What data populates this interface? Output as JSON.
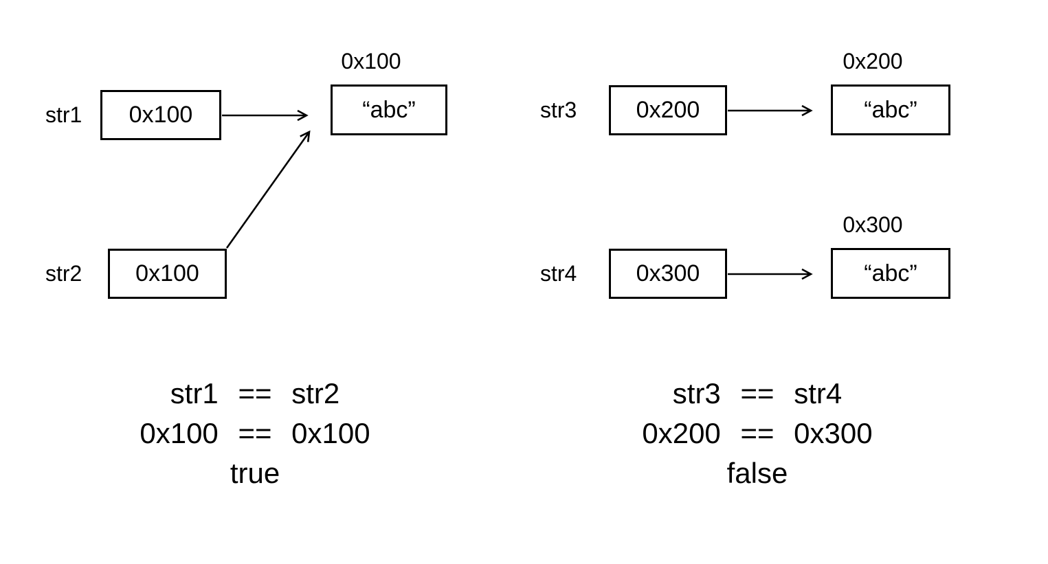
{
  "colors": {
    "background": "#ffffff",
    "ink": "#000000"
  },
  "panels": [
    {
      "side": "left",
      "vars": [
        {
          "label": "str1",
          "value": "0x100"
        },
        {
          "label": "str2",
          "value": "0x100"
        }
      ],
      "heap": [
        {
          "address": "0x100",
          "value": "“abc”"
        }
      ],
      "comparison": {
        "expression": "str1 == str2",
        "addresses": "0x100 == 0x100",
        "result": "true"
      }
    },
    {
      "side": "right",
      "vars": [
        {
          "label": "str3",
          "value": "0x200"
        },
        {
          "label": "str4",
          "value": "0x300"
        }
      ],
      "heap": [
        {
          "address": "0x200",
          "value": "“abc”"
        },
        {
          "address": "0x300",
          "value": "“abc”"
        }
      ],
      "comparison": {
        "expression": "str3 == str4",
        "addresses": "0x200 == 0x300",
        "result": "false"
      }
    }
  ]
}
